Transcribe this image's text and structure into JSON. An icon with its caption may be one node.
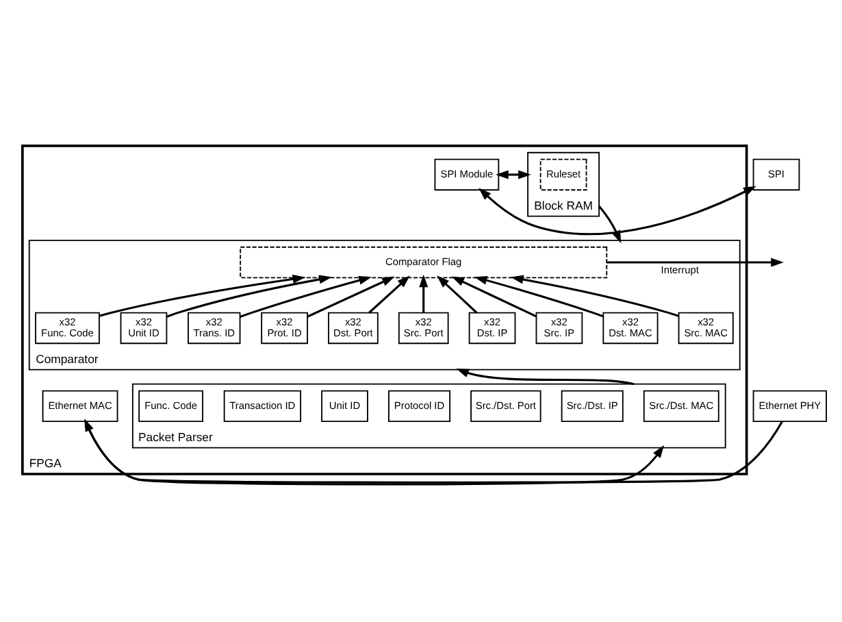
{
  "diagram": {
    "nodes": [
      {
        "text": [
          "FPGA"
        ]
      },
      {
        "text": [
          "SPI"
        ]
      },
      {
        "text": [
          "SPI Module"
        ],
        "in": 0
      },
      {
        "text": [
          "Block RAM"
        ],
        "in": 0
      },
      {
        "text": [
          "Ruleset"
        ],
        "in": 3
      },
      {
        "text": [
          "Comparator"
        ],
        "in": 0
      },
      {
        "text": [
          "Comparator Flag"
        ],
        "in": 5
      },
      {
        "text": [
          "x32",
          "Src. MAC"
        ],
        "in": 5
      },
      {
        "text": [
          "x32",
          "Dst. MAC"
        ],
        "in": 5
      },
      {
        "text": [
          "x32",
          "Src. IP"
        ],
        "in": 5
      },
      {
        "text": [
          "x32",
          "Dst. IP"
        ],
        "in": 5
      },
      {
        "text": [
          "x32",
          "Src. Port"
        ],
        "in": 5
      },
      {
        "text": [
          "x32",
          "Dst. Port"
        ],
        "in": 5
      },
      {
        "text": [
          "x32",
          "Prot. ID"
        ],
        "in": 5
      },
      {
        "text": [
          "x32",
          "Trans. ID"
        ],
        "in": 5
      },
      {
        "text": [
          "x32",
          "Unit ID"
        ],
        "in": 5
      },
      {
        "text": [
          "x32",
          "Func. Code"
        ],
        "in": 5
      },
      {
        "text": [
          "Ethernet PHY"
        ]
      },
      {
        "text": [
          "Ethernet MAC"
        ],
        "in": 0
      },
      {
        "text": [
          "Packet Parser"
        ],
        "in": 0
      },
      {
        "text": [
          "Src./Dst. MAC"
        ],
        "in": 19
      },
      {
        "text": [
          "Src./Dst. IP"
        ],
        "in": 19
      },
      {
        "text": [
          "Src./Dst. Port"
        ],
        "in": 19
      },
      {
        "text": [
          "Protocol ID"
        ],
        "in": 19
      },
      {
        "text": [
          "Unit ID"
        ],
        "in": 19
      },
      {
        "text": [
          "Transaction ID"
        ],
        "in": 19
      },
      {
        "text": [
          "Func. Code"
        ],
        "in": 19
      }
    ],
    "edges": [
      {
        "from": 1,
        "to": 2,
        "arrow": "both"
      },
      {
        "from": 2,
        "to": 3,
        "arrow": "both"
      },
      {
        "from": 3,
        "to": 5,
        "arrow": "to"
      },
      {
        "from": 6,
        "to": null,
        "arrow": "to",
        "label": "Interrupt"
      },
      {
        "from": 7,
        "to": 6,
        "arrow": "to"
      },
      {
        "from": 8,
        "to": 6,
        "arrow": "to"
      },
      {
        "from": 9,
        "to": 6,
        "arrow": "to"
      },
      {
        "from": 10,
        "to": 6,
        "arrow": "to"
      },
      {
        "from": 11,
        "to": 6,
        "arrow": "to"
      },
      {
        "from": 12,
        "to": 6,
        "arrow": "to"
      },
      {
        "from": 13,
        "to": 6,
        "arrow": "to"
      },
      {
        "from": 14,
        "to": 6,
        "arrow": "to"
      },
      {
        "from": 15,
        "to": 6,
        "arrow": "to"
      },
      {
        "from": 16,
        "to": 6,
        "arrow": "to"
      },
      {
        "from": 19,
        "to": 5,
        "arrow": "to"
      },
      {
        "from": 17,
        "to": 18,
        "arrow": "to"
      },
      {
        "from": 18,
        "to": 19,
        "arrow": "to"
      }
    ]
  }
}
